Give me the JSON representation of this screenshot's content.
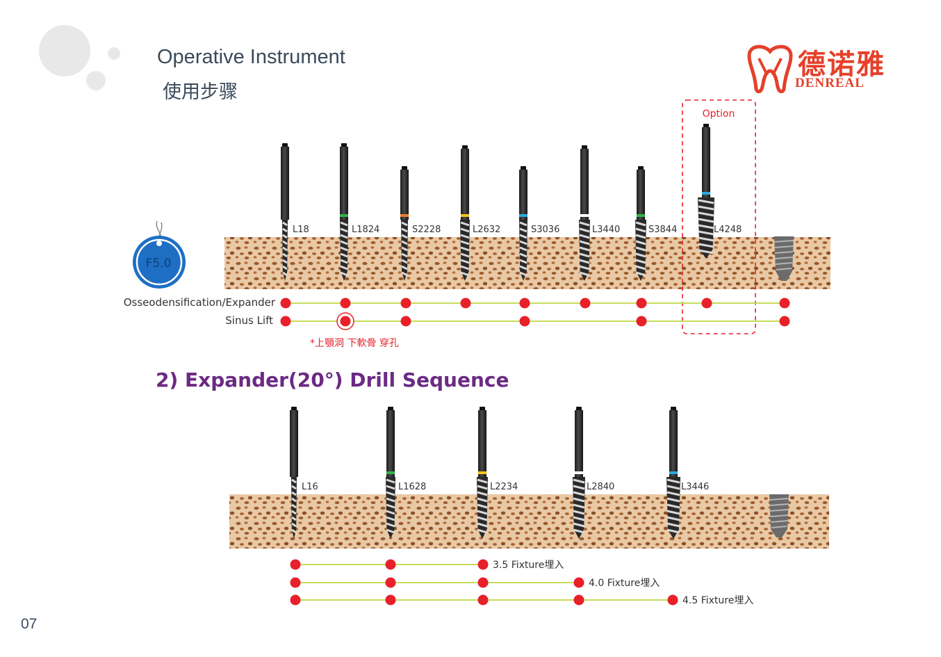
{
  "header": {
    "title_en": "Operative Instrument",
    "title_cn": "使用步骤"
  },
  "brand": {
    "name_cn": "德诺雅",
    "name_en": "DENREAL",
    "color": "#e5402a"
  },
  "page_number": "07",
  "section1": {
    "drills": [
      "L18",
      "L1824",
      "S2228",
      "L2632",
      "S3036",
      "L3440",
      "S3844",
      "L4248"
    ],
    "drill_band_colors": [
      "none",
      "#2db34a",
      "#f07a2a",
      "#f4c21a",
      "#29a8e0",
      "#ffffff",
      "#2db34a",
      "#29a8e0"
    ],
    "option_label": "Option",
    "badge_label": "F5.0",
    "rows": [
      {
        "label": "Osseodensification/Expander",
        "marks": [
          1,
          1,
          1,
          1,
          1,
          1,
          1,
          1,
          1
        ]
      },
      {
        "label": "Sinus Lift",
        "marks": [
          1,
          2,
          1,
          0,
          1,
          0,
          1,
          0,
          1
        ]
      }
    ],
    "note": "*上顎洞 下軟骨 穿孔"
  },
  "section2": {
    "title": "2) Expander(20°) Drill Sequence",
    "drills": [
      "L16",
      "L1628",
      "L2234",
      "L2840",
      "L3446"
    ],
    "drill_band_colors": [
      "none",
      "#2db34a",
      "#f4c21a",
      "#ffffff",
      "#29a8e0"
    ],
    "rows": [
      {
        "label": "3.5 Fixture埋入",
        "count": 3
      },
      {
        "label": "4.0 Fixture埋入",
        "count": 4
      },
      {
        "label": "4.5 Fixture埋入",
        "count": 5
      }
    ]
  },
  "colors": {
    "dot": "#e8202a",
    "line": "#c6dc5a",
    "title": "#3a4a5c",
    "section_title": "#6b2a83"
  }
}
